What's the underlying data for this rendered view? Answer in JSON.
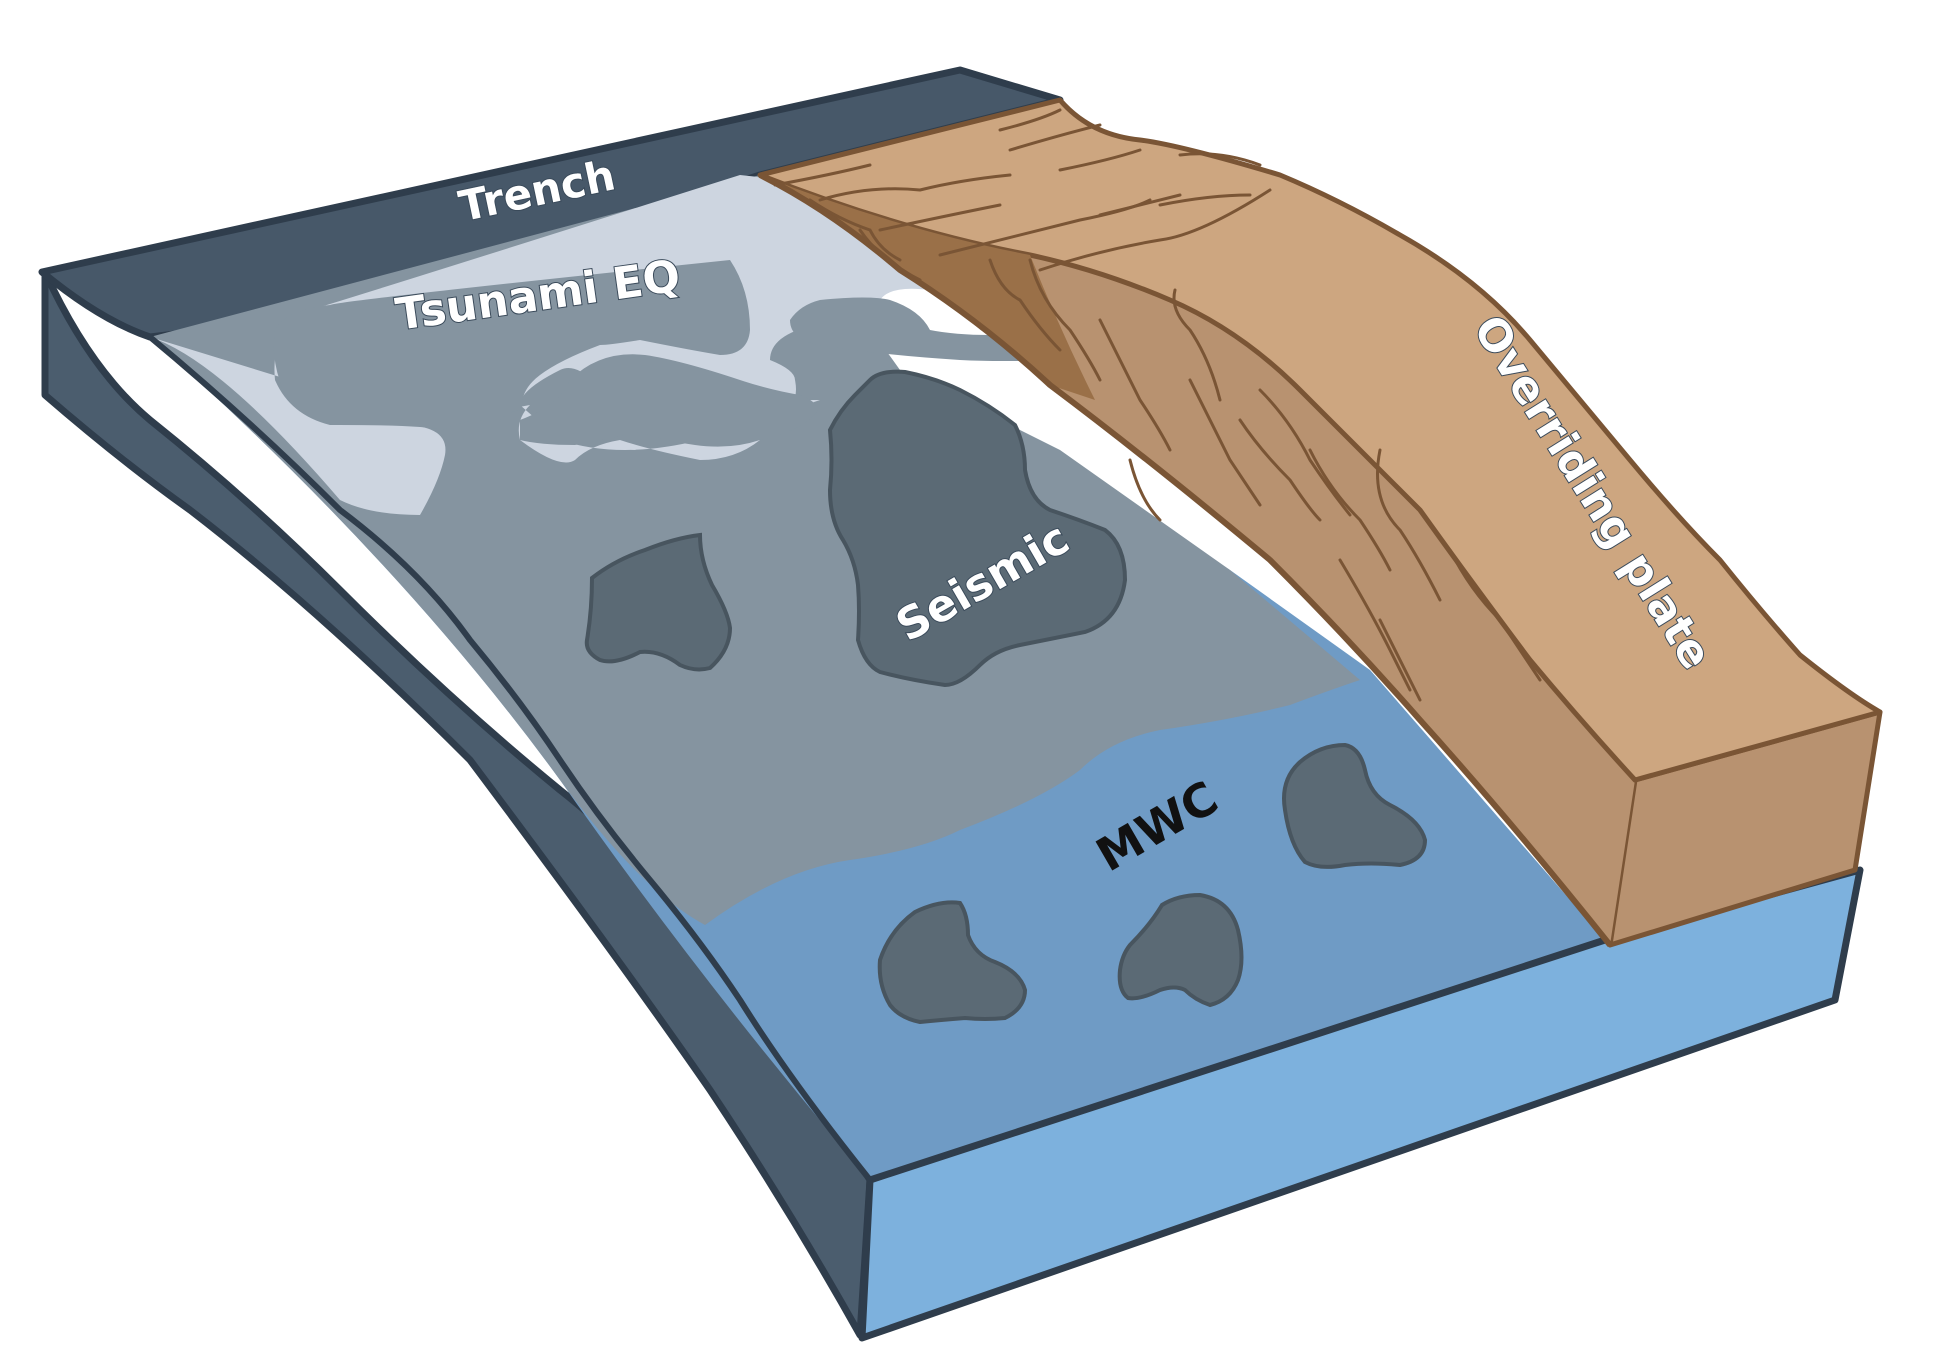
{
  "labels": {
    "trench": "Trench",
    "tsunami_eq": "Tsunami EQ",
    "seismic": "Seismic",
    "mwc": "MWC",
    "overriding_plate": "Overriding plate"
  },
  "colors": {
    "trench_wall": "#4b5d6e",
    "trench_top": "#475869",
    "outline": "#2f3d4c",
    "tsunami_zone": "#cdd5e0",
    "seismic_zone": "#8594a0",
    "mwc_zone": "#6f9bc5",
    "patch": "#5b6a75",
    "water_face": "#7db1dd",
    "plate_top": "#cda680",
    "plate_side": "#b89270",
    "plate_dark": "#9a7048",
    "plate_line": "#7a5535"
  }
}
